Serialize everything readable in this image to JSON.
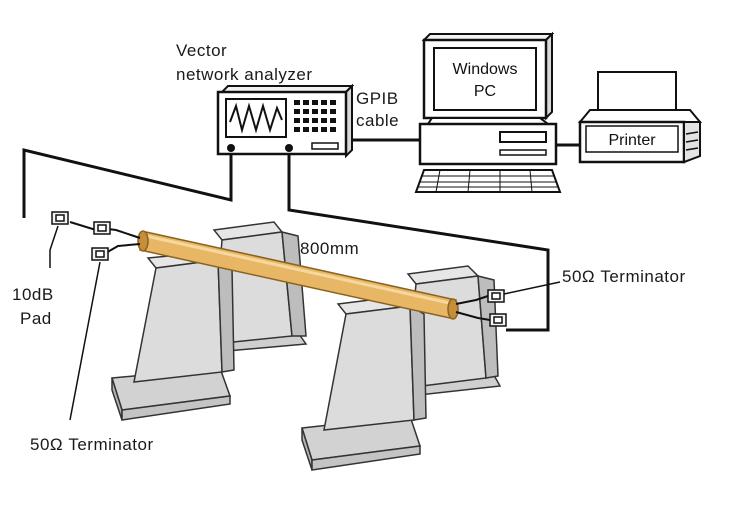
{
  "labels": {
    "vna_line1": "Vector",
    "vna_line2": "network  analyzer",
    "gpib_line1": "GPIB",
    "gpib_line2": "cable",
    "pc_line1": "Windows",
    "pc_line2": "PC",
    "printer": "Printer",
    "length": "800mm",
    "pad_line1": "10dB",
    "pad_line2": "Pad",
    "terminator_left": "50Ω  Terminator",
    "terminator_right": "50Ω  Terminator"
  },
  "colors": {
    "cable_fill": "#e8b765",
    "cable_shade": "#c78e3a",
    "stand_fill": "#dcdcdc",
    "stand_shade": "#bdbdbd",
    "line": "#111111"
  }
}
